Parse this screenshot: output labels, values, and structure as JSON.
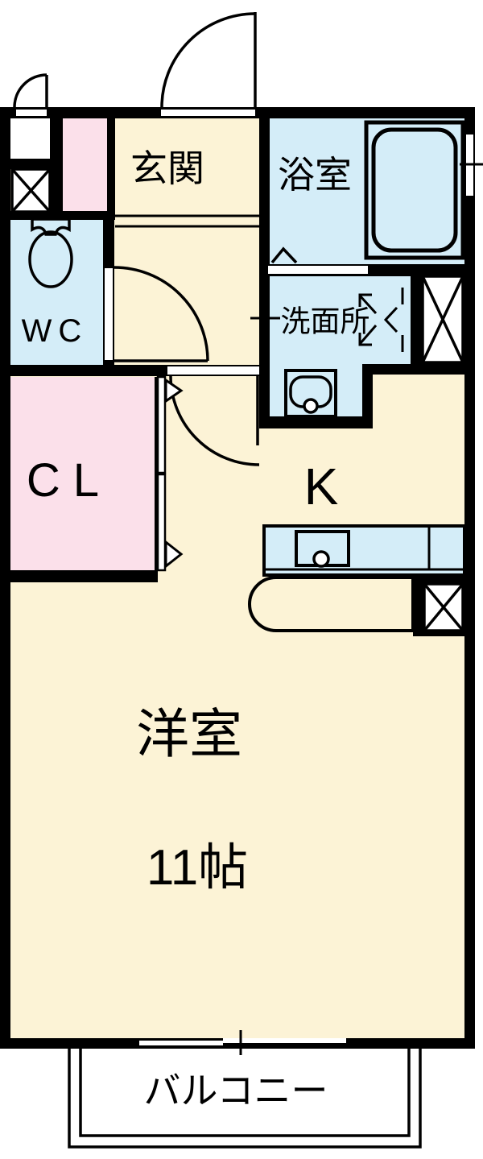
{
  "floorplan": {
    "kind": "Japanese apartment floor plan",
    "rooms": {
      "genkan": {
        "label": "玄関"
      },
      "bathroom": {
        "label": "浴室"
      },
      "wc": {
        "label": "WC"
      },
      "washroom": {
        "label": "洗面所"
      },
      "closet": {
        "label": "CL"
      },
      "kitchen": {
        "label": "K"
      },
      "main_room": {
        "label": "洋室",
        "size": "11帖"
      },
      "balcony": {
        "label": "バルコニー"
      }
    },
    "colors": {
      "wall": "#000000",
      "floor_cream": "#FCF3D6",
      "wet_area_blue": "#D4EDF8",
      "closet_pink": "#FBE0EA",
      "background": "#FFFFFF"
    }
  }
}
